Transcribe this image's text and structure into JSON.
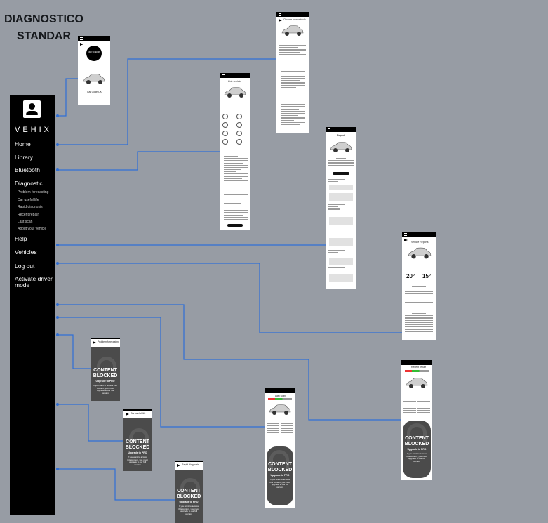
{
  "canvas_title": {
    "line1": "DIAGNOSTICO",
    "line2": "STANDAR"
  },
  "sidebar": {
    "brand": "VEHIX",
    "items": [
      "Home",
      "Library",
      "Bluetooth",
      "Diagnostic"
    ],
    "diagnostic_subitems": [
      "Problem forecasting",
      "Car useful life",
      "Rapid diagnosis",
      "Recent repair",
      "Last scan",
      "About your vehicle"
    ],
    "items_bottom": [
      "Help",
      "Vehicles",
      "Log out",
      "Activate driver mode"
    ]
  },
  "home_screen": {
    "button_label": "Tap to scan",
    "caption": "Car Code OK"
  },
  "library_screen": {
    "title": "Choose your vehicle"
  },
  "bluetooth_screen": {
    "title": "Link vehicle"
  },
  "report_screen": {
    "title": "Report"
  },
  "detail_screen": {
    "title": "Vehicle Reports",
    "value_left": "20°",
    "value_right": "15°"
  },
  "blocked": {
    "title_line1": "CONTENT",
    "title_line2": "BLOCKED",
    "subtitle": "Upgrade to PRO",
    "body": "If you want to access this content, you must upgrade to our full version"
  },
  "blocked_screens": [
    {
      "title": "Problem forecasting"
    },
    {
      "title": "Car useful life"
    },
    {
      "title": "Rapid diagnosis"
    },
    {
      "title": "Recent repair"
    },
    {
      "title": "Last scan"
    }
  ],
  "colors": {
    "background": "#979ca4",
    "sidebar": "#000000",
    "link": "#2f6fd6",
    "blocked": "#4b4b4b"
  }
}
